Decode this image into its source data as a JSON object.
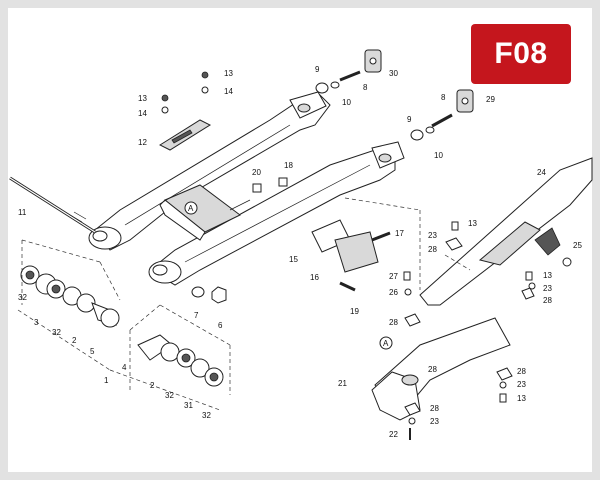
{
  "badge": {
    "code": "F08",
    "color": "#c5161d"
  },
  "frame_color": "#e2e2e2",
  "callouts": [
    {
      "id": "c13a",
      "text": "13"
    },
    {
      "id": "c14a",
      "text": "14"
    },
    {
      "id": "c13b",
      "text": "13"
    },
    {
      "id": "c14b",
      "text": "14"
    },
    {
      "id": "c12",
      "text": "12"
    },
    {
      "id": "c9a",
      "text": "9"
    },
    {
      "id": "c10a",
      "text": "10"
    },
    {
      "id": "c8a",
      "text": "8"
    },
    {
      "id": "c30",
      "text": "30"
    },
    {
      "id": "c8b",
      "text": "8"
    },
    {
      "id": "c29",
      "text": "29"
    },
    {
      "id": "c9b",
      "text": "9"
    },
    {
      "id": "c10b",
      "text": "10"
    },
    {
      "id": "c20",
      "text": "20"
    },
    {
      "id": "c18",
      "text": "18"
    },
    {
      "id": "c24",
      "text": "24"
    },
    {
      "id": "c11",
      "text": "11"
    },
    {
      "id": "cA1",
      "text": "A"
    },
    {
      "id": "c13c",
      "text": "13"
    },
    {
      "id": "c23a",
      "text": "23"
    },
    {
      "id": "c28a",
      "text": "28"
    },
    {
      "id": "c25",
      "text": "25"
    },
    {
      "id": "c17",
      "text": "17"
    },
    {
      "id": "c15",
      "text": "15"
    },
    {
      "id": "c16",
      "text": "16"
    },
    {
      "id": "c27",
      "text": "27"
    },
    {
      "id": "c13d",
      "text": "13"
    },
    {
      "id": "c23b",
      "text": "23"
    },
    {
      "id": "c28b",
      "text": "28"
    },
    {
      "id": "c26",
      "text": "26"
    },
    {
      "id": "c19",
      "text": "19"
    },
    {
      "id": "c7",
      "text": "7"
    },
    {
      "id": "c6",
      "text": "6"
    },
    {
      "id": "c32a",
      "text": "32"
    },
    {
      "id": "c3",
      "text": "3"
    },
    {
      "id": "c32b",
      "text": "32"
    },
    {
      "id": "c2a",
      "text": "2"
    },
    {
      "id": "c5",
      "text": "5"
    },
    {
      "id": "c28c",
      "text": "28"
    },
    {
      "id": "cA2",
      "text": "A"
    },
    {
      "id": "c28d",
      "text": "28"
    },
    {
      "id": "c4",
      "text": "4"
    },
    {
      "id": "c1",
      "text": "1"
    },
    {
      "id": "c2b",
      "text": "2"
    },
    {
      "id": "c32c",
      "text": "32"
    },
    {
      "id": "c31",
      "text": "31"
    },
    {
      "id": "c32d",
      "text": "32"
    },
    {
      "id": "c21",
      "text": "21"
    },
    {
      "id": "c28e",
      "text": "28"
    },
    {
      "id": "c23c",
      "text": "23"
    },
    {
      "id": "c13e",
      "text": "13"
    },
    {
      "id": "c28f",
      "text": "28"
    },
    {
      "id": "c23d",
      "text": "23"
    },
    {
      "id": "c22",
      "text": "22"
    }
  ]
}
